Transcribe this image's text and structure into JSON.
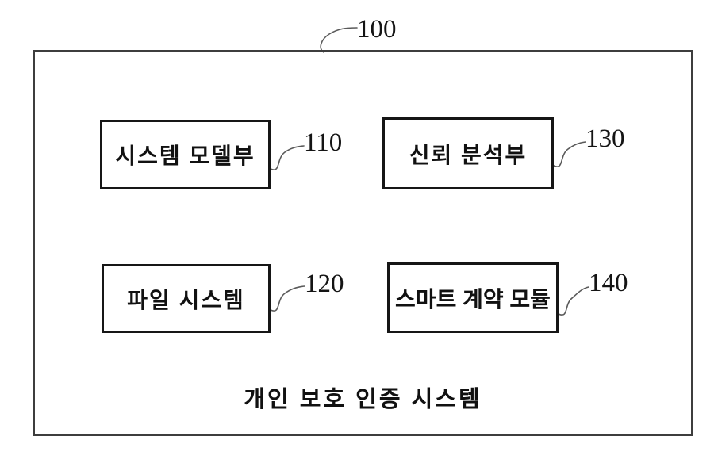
{
  "figure": {
    "type": "patent-block-diagram",
    "system": {
      "ref": "100",
      "caption": "개인 보호 인증 시스템"
    },
    "modules": [
      {
        "ref": "110",
        "label": "시스템 모델부",
        "position": "top-left"
      },
      {
        "ref": "130",
        "label": "신뢰 분석부",
        "position": "top-right"
      },
      {
        "ref": "120",
        "label": "파일 시스템",
        "position": "bottom-left"
      },
      {
        "ref": "140",
        "label": "스마트 계약 모듈",
        "position": "bottom-right"
      }
    ],
    "colors": {
      "background": "#ffffff",
      "outer_border": "#3d3d3d",
      "module_border": "#161616",
      "text": "#111111",
      "leader_line": "#5a5a5a"
    }
  }
}
